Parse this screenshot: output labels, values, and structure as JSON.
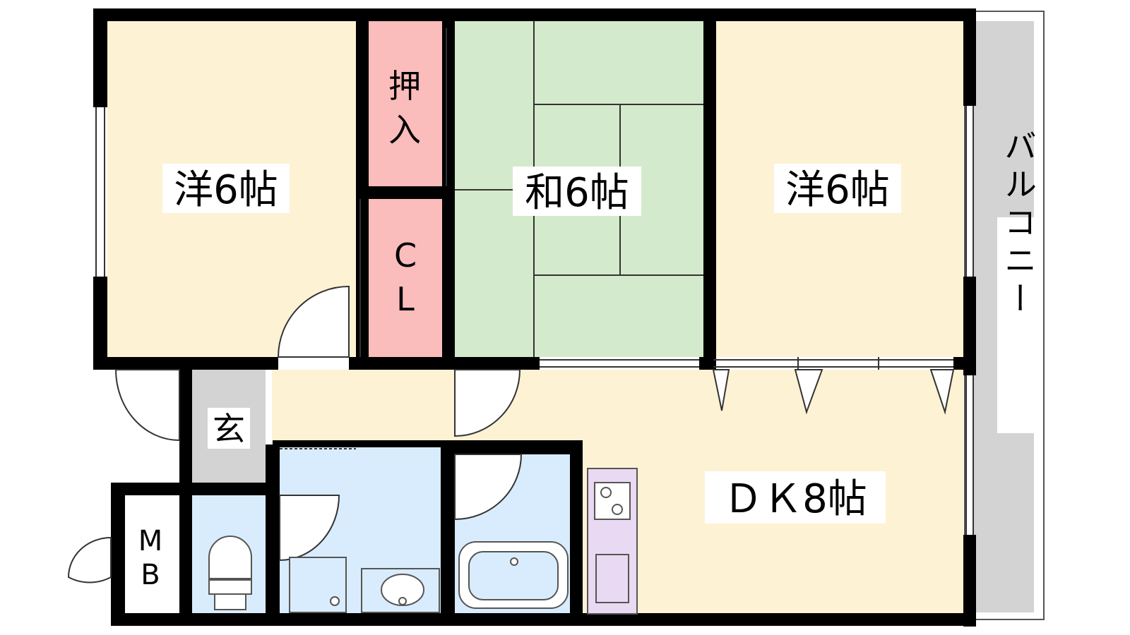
{
  "rooms": {
    "west_room": {
      "label": "洋6帖"
    },
    "japanese_room": {
      "label": "和6帖"
    },
    "east_room": {
      "label": "洋6帖"
    },
    "dining_kitchen": {
      "label": "ＤＫ8帖"
    },
    "oshiire": {
      "label_top": "押",
      "label_bottom": "入"
    },
    "closet": {
      "label_top": "C",
      "label_bottom": "L"
    },
    "entrance": {
      "label": "玄"
    },
    "meter_box": {
      "label_top": "M",
      "label_bottom": "B"
    },
    "balcony": {
      "label": "バルコニー"
    }
  },
  "colors": {
    "western_floor": "#fdf2d4",
    "tatami": "#d4eacc",
    "closet": "#fbbcbc",
    "wet_area": "#d9ecfd",
    "entrance": "#d3d3d3",
    "balcony": "#d3d3d3",
    "kitchen": "#ead9f2",
    "wall": "#000000"
  }
}
